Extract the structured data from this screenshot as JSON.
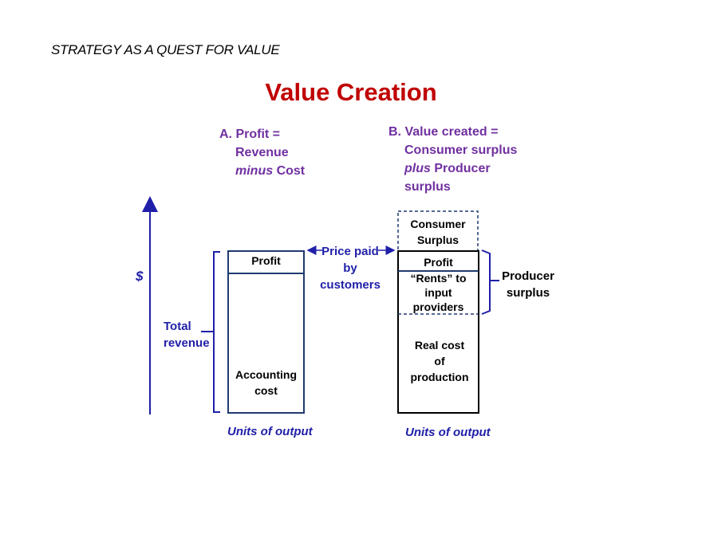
{
  "header": "STRATEGY AS A QUEST FOR VALUE",
  "title": "Value Creation",
  "panel_a": {
    "line1": "A. Profit =",
    "line2": "Revenue",
    "line3_italic": "minus",
    "line3_rest": " Cost"
  },
  "panel_b": {
    "line1": "B. Value created =",
    "line2": "Consumer surplus",
    "line3_italic": "plus",
    "line3_rest": " Producer",
    "line4": "surplus"
  },
  "left_bar": {
    "profit": "Profit",
    "accounting_cost_1": "Accounting",
    "accounting_cost_2": "cost"
  },
  "right_bar": {
    "consumer_surplus_1": "Consumer",
    "consumer_surplus_2": "Surplus",
    "profit": "Profit",
    "rents_1": "“Rents” to",
    "rents_2": "input",
    "rents_3": "providers",
    "real_cost_1": "Real cost",
    "real_cost_2": "of",
    "real_cost_3": "production"
  },
  "labels": {
    "dollar": "$",
    "total_revenue_1": "Total",
    "total_revenue_2": "revenue",
    "price_paid_1": "Price paid",
    "price_paid_2": "by",
    "price_paid_3": "customers",
    "producer_surplus_1": "Producer",
    "producer_surplus_2": "surplus",
    "units_left": "Units of output",
    "units_right": "Units of output"
  },
  "colors": {
    "title": "#c00000",
    "purple": "#7030a0",
    "blue": "#1f1fa8",
    "bar_outline": "#1f3a70"
  }
}
